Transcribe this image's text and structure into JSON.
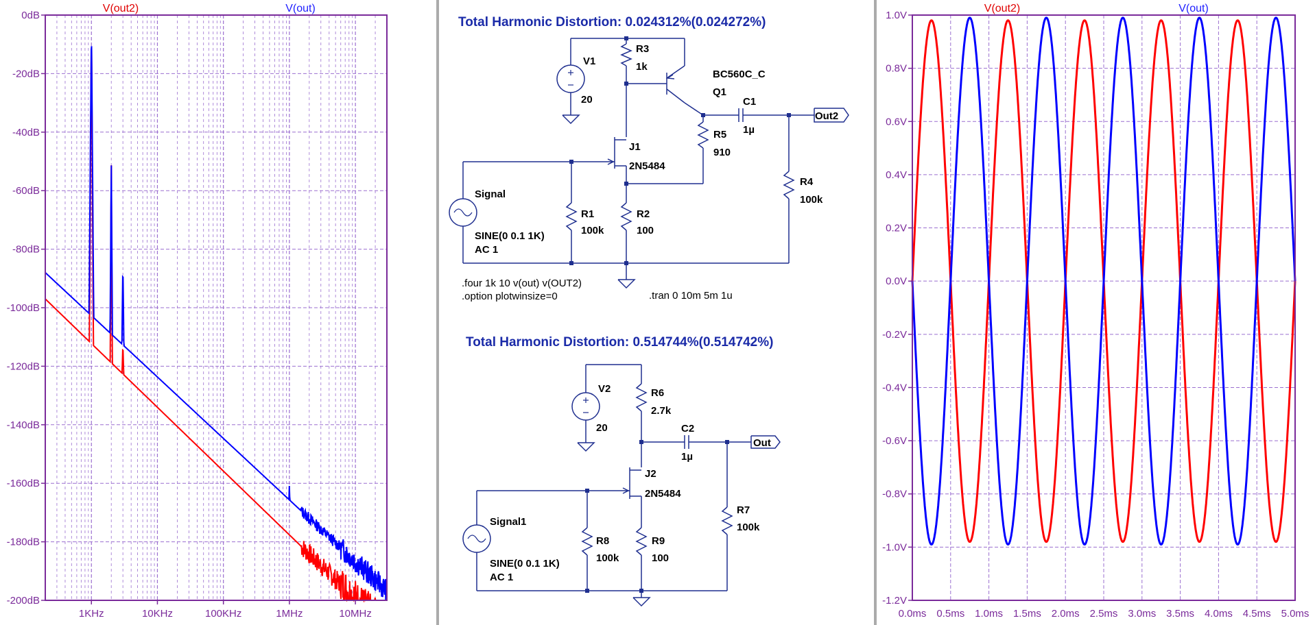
{
  "fft_plot": {
    "trace_labels": [
      "V(out2)",
      "V(out)"
    ],
    "y_ticks": [
      "0dB",
      "-20dB",
      "-40dB",
      "-60dB",
      "-80dB",
      "-100dB",
      "-120dB",
      "-140dB",
      "-160dB",
      "-180dB",
      "-200dB"
    ],
    "x_ticks": [
      "1KHz",
      "10KHz",
      "100KHz",
      "1MHz",
      "10MHz"
    ]
  },
  "schematic": {
    "thd_top": "Total Harmonic Distortion: 0.024312%(0.024272%)",
    "thd_bottom": "Total Harmonic Distortion: 0.514744%(0.514742%)",
    "directive_four": ".four 1k 10 v(out) v(OUT2)",
    "directive_option": ".option plotwinsize=0",
    "directive_tran": ".tran 0 10m 5m 1u",
    "labels": {
      "V1": "V1",
      "V1_val": "20",
      "R3": "R3",
      "R3_val": "1k",
      "Q1_model": "BC560C_C",
      "Q1": "Q1",
      "C1": "C1",
      "C1_val": "1µ",
      "R5": "R5",
      "R5_val": "910",
      "J1": "J1",
      "J1_model": "2N5484",
      "Signal": "Signal",
      "R1": "R1",
      "R1_val": "100k",
      "R2": "R2",
      "R2_val": "100",
      "R4": "R4",
      "R4_val": "100k",
      "Sig_spec": "SINE(0 0.1 1K)",
      "Sig_ac": "AC 1",
      "Out2": "Out2",
      "V2": "V2",
      "V2_val": "20",
      "R6": "R6",
      "R6_val": "2.7k",
      "C2": "C2",
      "C2_val": "1µ",
      "J2": "J2",
      "J2_model": "2N5484",
      "Signal1": "Signal1",
      "R8": "R8",
      "R8_val": "100k",
      "R9": "R9",
      "R9_val": "100",
      "R7": "R7",
      "R7_val": "100k",
      "Sig1_spec": "SINE(0 0.1 1K)",
      "Sig1_ac": "AC 1",
      "Out": "Out"
    }
  },
  "transient_plot": {
    "trace_labels": [
      "V(out2)",
      "V(out)"
    ],
    "y_ticks": [
      "1.0V",
      "0.8V",
      "0.6V",
      "0.4V",
      "0.2V",
      "0.0V",
      "-0.2V",
      "-0.4V",
      "-0.6V",
      "-0.8V",
      "-1.0V",
      "-1.2V"
    ],
    "x_ticks": [
      "0.0ms",
      "0.5ms",
      "1.0ms",
      "1.5ms",
      "2.0ms",
      "2.5ms",
      "3.0ms",
      "3.5ms",
      "4.0ms",
      "4.5ms",
      "5.0ms"
    ],
    "amplitude_out2": 0.98,
    "amplitude_out": 0.99,
    "frequency_khz": 1
  },
  "colors": {
    "trace_red": "#ff0000",
    "trace_blue": "#0000ff",
    "axis": "#7a2a9a",
    "grid": "#9b6fd0",
    "label_red": "#e00000",
    "label_blue": "#2020ff",
    "thd_text": "#1a2aa8",
    "wire": "#1f2f8f"
  }
}
